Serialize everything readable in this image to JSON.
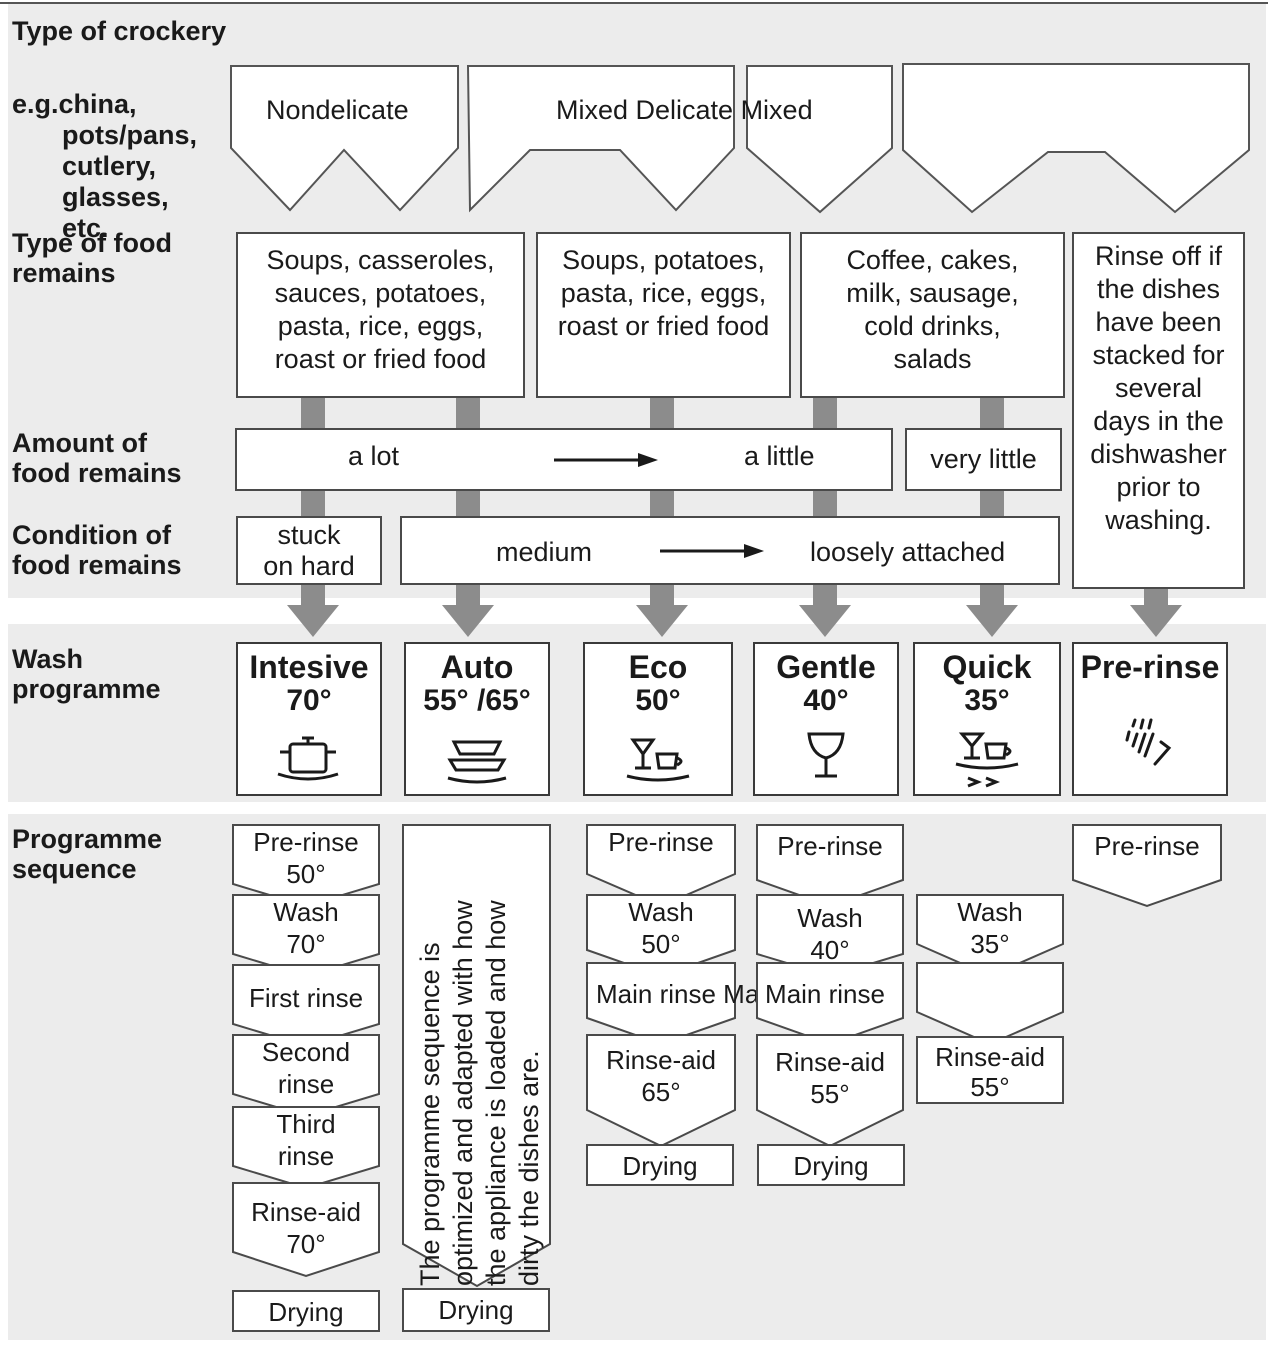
{
  "row_labels": {
    "crockery_heading": "Type of crockery",
    "crockery_examples": "e.g.china,\npots/pans,\ncutlery,\nglasses,\netc.",
    "food_type": "Type of food\nremains",
    "food_amount": "Amount of\nfood remains",
    "food_condition": "Condition of\nfood remains",
    "wash_programme": "Wash\nprogramme",
    "programme_sequence": "Programme\nsequence"
  },
  "crockery": {
    "nondelicate": "Nondelicate",
    "mixed_delicate_mixed": "Mixed Delicate Mixed"
  },
  "food_types": [
    "Soups, casseroles,\nsauces, potatoes,\npasta, rice, eggs,\nroast or fried food",
    "Soups, potatoes,\npasta, rice, eggs,\nroast or fried food",
    "Coffee, cakes,\nmilk, sausage,\ncold drinks,\nsalads",
    "Rinse off if\nthe dishes\nhave been\nstacked for\nseveral\ndays in the\ndishwasher\nprior to\nwashing."
  ],
  "amount": {
    "a_lot": "a lot",
    "a_little": "a little",
    "very_little": "very little"
  },
  "condition": {
    "stuck_on_hard": "stuck\non hard",
    "medium": "medium",
    "loosely_attached": "loosely attached"
  },
  "programmes": [
    {
      "name": "Intesive",
      "temp": "70°",
      "icon": "pot-icon"
    },
    {
      "name": "Auto",
      "temp": "55° /65°",
      "icon": "plates-icon"
    },
    {
      "name": "Eco",
      "temp": "50°",
      "icon": "glass-cup-icon"
    },
    {
      "name": "Gentle",
      "temp": "40°",
      "icon": "wine-glass-icon"
    },
    {
      "name": "Quick",
      "temp": "35°",
      "icon": "quick-glass-cup-icon"
    },
    {
      "name": "Pre-rinse",
      "temp": "",
      "icon": "water-spray-icon"
    }
  ],
  "sequence": {
    "intensive": [
      "Pre-rinse\n50°",
      "Wash\n70°",
      "First rinse",
      "Second\nrinse",
      "Third\nrinse",
      "Rinse-aid\n70°",
      "Drying"
    ],
    "auto_note": "The programme sequence is\noptimized and adapted with how\nthe appliance is loaded and how\ndirty the dishes are.",
    "auto_drying": "Drying",
    "eco": [
      "Pre-rinse",
      "Wash\n50°",
      "Main rinse Main rinse",
      "Rinse-aid\n65°",
      "Drying"
    ],
    "gentle": [
      "Pre-rinse",
      "Wash\n40°",
      "Main rinse",
      "Rinse-aid\n55°",
      "Drying"
    ],
    "quick": [
      "Wash\n35°",
      "",
      "Rinse-aid\n55°"
    ],
    "prerinse": [
      "Pre-rinse"
    ]
  }
}
